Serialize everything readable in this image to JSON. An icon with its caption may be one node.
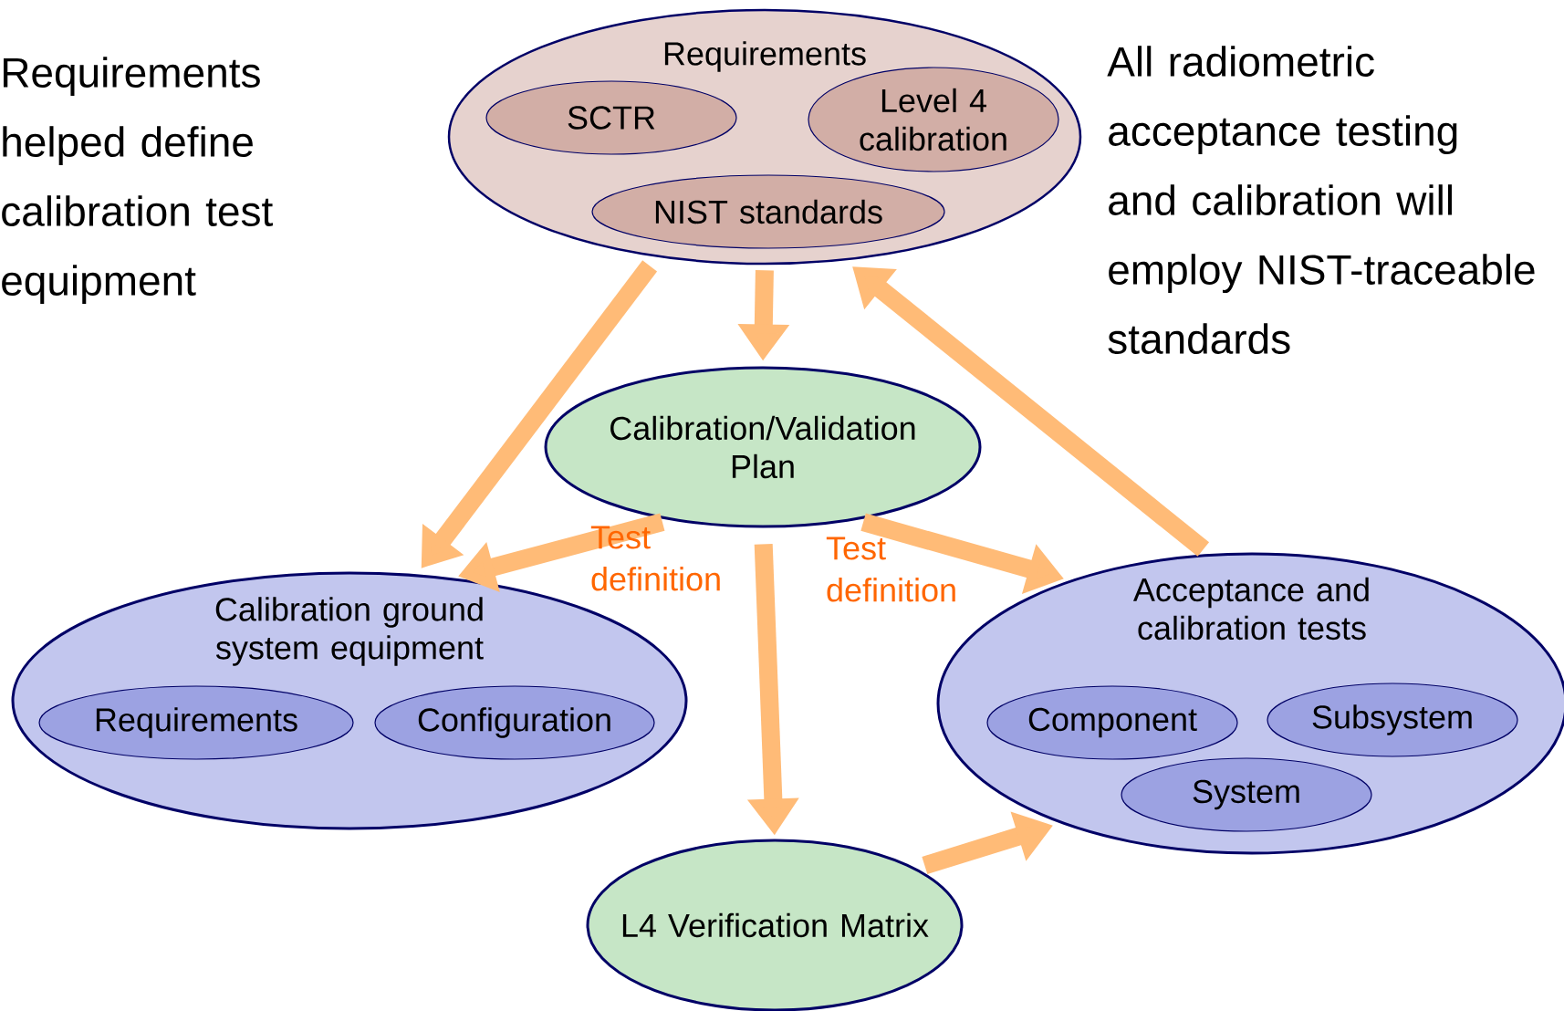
{
  "diagram": {
    "nodes": [
      {
        "text": [
          "Requirements"
        ]
      },
      {
        "text": [
          "SCTR"
        ],
        "in": 0
      },
      {
        "text": [
          "Level 4 calibration"
        ],
        "in": 0
      },
      {
        "text": [
          "NIST standards"
        ],
        "in": 0
      },
      {
        "text": [
          "Calibration/Validation Plan"
        ]
      },
      {
        "text": [
          "Calibration ground system equipment"
        ]
      },
      {
        "text": [
          "Requirements"
        ],
        "in": 5
      },
      {
        "text": [
          "Configuration"
        ],
        "in": 5
      },
      {
        "text": [
          "Acceptance and calibration tests"
        ]
      },
      {
        "text": [
          "Component"
        ],
        "in": 8
      },
      {
        "text": [
          "Subsystem"
        ],
        "in": 8
      },
      {
        "text": [
          "System"
        ],
        "in": 8
      },
      {
        "text": [
          "L4 Verification Matrix"
        ]
      }
    ],
    "edges": [
      {
        "from": 0,
        "to": 5,
        "arrow": "to"
      },
      {
        "from": 0,
        "to": 4,
        "arrow": "to"
      },
      {
        "from": 4,
        "to": 5,
        "arrow": "to",
        "label": "Test definition"
      },
      {
        "from": 4,
        "to": 8,
        "arrow": "to",
        "label": "Test definition"
      },
      {
        "from": 4,
        "to": 12,
        "arrow": "to"
      },
      {
        "from": 12,
        "to": 8,
        "arrow": "to"
      },
      {
        "from": 8,
        "to": 0,
        "arrow": "to"
      }
    ],
    "labels": [
      "Requirements helped define calibration test equipment",
      "All radiometric acceptance testing and calibration will employ NIST-traceable standards"
    ]
  }
}
